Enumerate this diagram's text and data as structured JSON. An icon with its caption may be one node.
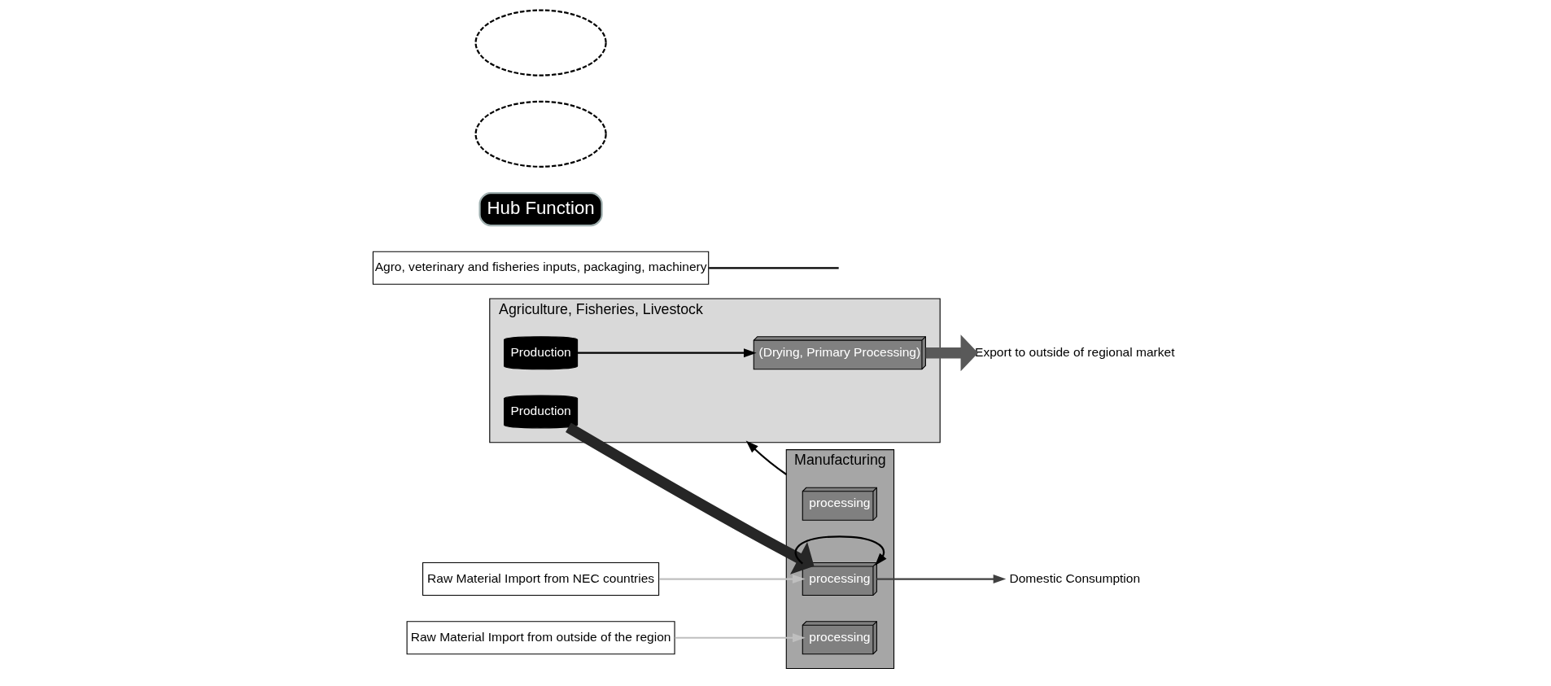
{
  "diagram": {
    "nodes": [
      {
        "text": [
          "Agriculture, Fisheries, Livestock"
        ]
      },
      {
        "text": [
          "Production"
        ],
        "in": 0
      },
      {
        "text": [
          "(Drying, Primary Processing)"
        ],
        "in": 0
      },
      {
        "text": [
          "Production"
        ],
        "in": 0
      },
      {
        "text": [
          "Export to outside of regional market"
        ]
      },
      {
        "text": [
          "Manufacturing"
        ]
      },
      {
        "text": [
          "processing"
        ],
        "in": 5
      },
      {
        "text": [
          "processing"
        ],
        "in": 5
      },
      {
        "text": [
          "processing"
        ],
        "in": 5
      },
      {
        "text": [
          "Agro, veterinary and fisheries inputs, packaging, machinery"
        ]
      },
      {
        "text": [
          "Raw Material Import from NEC countries"
        ]
      },
      {
        "text": [
          "Raw Material Import from outside of the region"
        ]
      },
      {
        "text": [
          "Hub Function"
        ]
      },
      {
        "text": [
          "Domestic Consumption"
        ]
      },
      {
        "text": [],
        "shape": "ellipse"
      },
      {
        "text": [],
        "shape": "ellipse"
      }
    ],
    "edges": [
      {
        "from": 1,
        "to": 2,
        "arrow": "to"
      },
      {
        "from": 2,
        "to": 4,
        "arrow": "to",
        "style": "thick",
        "color": "#595959"
      },
      {
        "from": 3,
        "to": 8,
        "arrow": "to",
        "style": "thick",
        "color": "#262626"
      },
      {
        "from": 5,
        "to": 0,
        "arrow": "to"
      },
      {
        "from": 9,
        "to": null,
        "arrow": "none"
      },
      {
        "from": 10,
        "to": 8,
        "arrow": "to",
        "color": "#bfbfbf"
      },
      {
        "from": 11,
        "to": 7,
        "arrow": "to",
        "color": "#bfbfbf"
      },
      {
        "from": 8,
        "to": 13,
        "arrow": "to",
        "color": "#404040"
      },
      {
        "from": 8,
        "to": 8,
        "arrow": "to"
      }
    ]
  }
}
